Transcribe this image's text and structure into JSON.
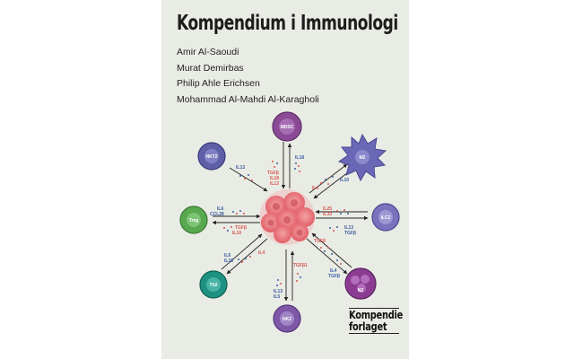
{
  "cover": {
    "title": "Kompendium i Immunologi",
    "authors": [
      "Amir Al-Saoudi",
      "Murat Demirbas",
      "Philip Ahle Erichsen",
      "Mohammad Al-Mahdi Al-Karagholi"
    ]
  },
  "diagram": {
    "cells": [
      {
        "id": "mdsc",
        "label": "MDSC",
        "color": "#8a4a96"
      },
      {
        "id": "nkt2",
        "label": "NKT2",
        "color": "#5f5fa8"
      },
      {
        "id": "m2",
        "label": "M2",
        "color": "#6a67b6"
      },
      {
        "id": "treg",
        "label": "Treg",
        "color": "#58a84f"
      },
      {
        "id": "ilc2",
        "label": "ILC2",
        "color": "#7a72bd"
      },
      {
        "id": "th2",
        "label": "Th2",
        "color": "#1d9283"
      },
      {
        "id": "n2",
        "label": "N2",
        "color": "#8b3c92"
      },
      {
        "id": "nk2",
        "label": "NK2",
        "color": "#7e58a6"
      }
    ],
    "cytokines": {
      "mdsc_up": "IL18",
      "mdsc_down": [
        "TGFβ",
        "IL18",
        "IL13"
      ],
      "nkt2": "IL13",
      "m2_in": "IL4",
      "m2_out": "IL10",
      "treg_in": [
        "IL6",
        "CCL28"
      ],
      "treg_out": [
        "TGFβ",
        "IL10"
      ],
      "ilc2_in": [
        "IL25",
        "IL33"
      ],
      "ilc2_out": [
        "IL13",
        "TGFβ"
      ],
      "th2_in": [
        "IL6",
        "IL10"
      ],
      "th2_out": "IL4",
      "nk2_in": "TGFβ1",
      "nk2_out": [
        "IL13",
        "IL5"
      ],
      "n2_in": "TGFβ",
      "n2_out": [
        "IL4",
        "TGFβ"
      ]
    },
    "colors": {
      "red": "#d9534f",
      "blue": "#3b5ba5",
      "tumor": "#e7747a"
    }
  },
  "publisher": {
    "line1": "Kompendie",
    "line2": "forlaget"
  }
}
